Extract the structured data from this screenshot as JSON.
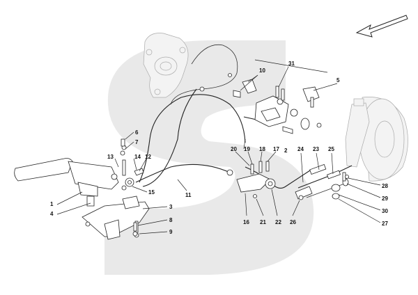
{
  "callouts": [
    {
      "id": "1",
      "label": "1"
    },
    {
      "id": "2",
      "label": "2"
    },
    {
      "id": "3",
      "label": "3"
    },
    {
      "id": "4",
      "label": "4"
    },
    {
      "id": "5",
      "label": "5"
    },
    {
      "id": "6",
      "label": "6"
    },
    {
      "id": "7",
      "label": "7"
    },
    {
      "id": "8",
      "label": "8"
    },
    {
      "id": "9",
      "label": "9"
    },
    {
      "id": "10",
      "label": "10"
    },
    {
      "id": "11",
      "label": "11"
    },
    {
      "id": "12",
      "label": "12"
    },
    {
      "id": "13",
      "label": "13"
    },
    {
      "id": "14",
      "label": "14"
    },
    {
      "id": "15",
      "label": "15"
    },
    {
      "id": "16",
      "label": "16"
    },
    {
      "id": "17",
      "label": "17"
    },
    {
      "id": "18",
      "label": "18"
    },
    {
      "id": "19",
      "label": "19"
    },
    {
      "id": "20",
      "label": "20"
    },
    {
      "id": "21",
      "label": "21"
    },
    {
      "id": "22",
      "label": "22"
    },
    {
      "id": "23",
      "label": "23"
    },
    {
      "id": "24",
      "label": "24"
    },
    {
      "id": "25",
      "label": "25"
    },
    {
      "id": "26",
      "label": "26"
    },
    {
      "id": "27",
      "label": "27"
    },
    {
      "id": "28",
      "label": "28"
    },
    {
      "id": "29",
      "label": "29"
    },
    {
      "id": "30",
      "label": "30"
    },
    {
      "id": "31",
      "label": "31"
    }
  ],
  "colors": {
    "background": "#ffffff",
    "watermark": "#e9e9e9",
    "line": "#222222"
  },
  "icons": {
    "direction": "direction-arrow-icon",
    "watermark": "watermark-logo-icon"
  }
}
